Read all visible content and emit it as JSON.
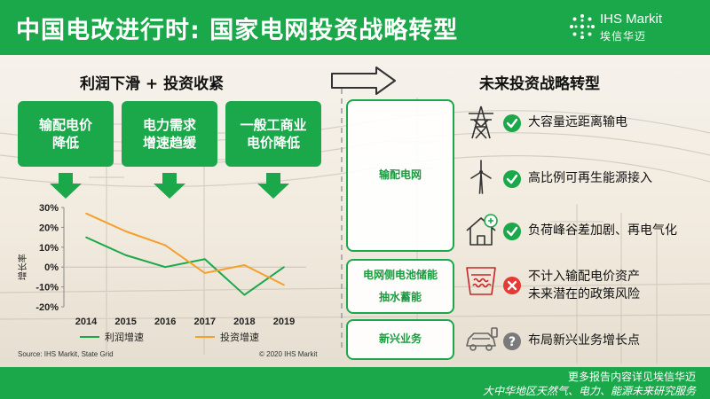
{
  "header": {
    "title": "中国电改进行时: 国家电网投资战略转型"
  },
  "logo": {
    "name": "IHS Markit",
    "subtitle": "埃信华迈"
  },
  "left": {
    "heading": "利润下滑 + 投资收紧",
    "boxes": [
      {
        "line1": "输配电价",
        "line2": "降低"
      },
      {
        "line1": "电力需求",
        "line2": "增速趋缓"
      },
      {
        "line1": "一般工商业",
        "line2": "电价降低"
      }
    ]
  },
  "right": {
    "heading": "未来投资战略转型",
    "categories": [
      {
        "line1": "输配电网",
        "line2": ""
      },
      {
        "line1": "电网侧电池储能",
        "line2": "抽水蓄能"
      },
      {
        "line1": "新兴业务",
        "line2": ""
      }
    ],
    "items": [
      {
        "line1": "大容量远距离输电",
        "line2": "",
        "icon": "transmission-tower-icon",
        "status": "check"
      },
      {
        "line1": "高比例可再生能源接入",
        "line2": "",
        "icon": "wind-turbine-icon",
        "status": "check"
      },
      {
        "line1": "负荷峰谷差加剧、再电气化",
        "line2": "",
        "icon": "house-plug-icon",
        "status": "check"
      },
      {
        "line1": "不计入输配电价资产",
        "line2": "未来潜在的政策风险",
        "icon": "pumped-storage-icon",
        "status": "cross"
      },
      {
        "line1": "布局新兴业务增长点",
        "line2": "",
        "icon": "electric-car-icon",
        "status": "question"
      }
    ]
  },
  "colors": {
    "green": "#1aa84a",
    "orange": "#f5a02c",
    "red": "#e53935",
    "gray": "#7a7a7a"
  },
  "chart_data": {
    "type": "line",
    "ylabel": "增长率",
    "x": [
      "2014",
      "2015",
      "2016",
      "2017",
      "2018",
      "2019"
    ],
    "y_ticks": [
      "30%",
      "20%",
      "10%",
      "0%",
      "-10%",
      "-20%"
    ],
    "ylim": [
      -20,
      30
    ],
    "grid": false,
    "legend_position": "bottom",
    "series": [
      {
        "name": "利润增速",
        "color": "#1aa84a",
        "values": [
          15,
          6,
          0,
          4,
          -14,
          0
        ]
      },
      {
        "name": "投资增速",
        "color": "#f5a02c",
        "values": [
          27,
          18,
          11,
          -3,
          1,
          -9
        ]
      }
    ]
  },
  "source": "Source: IHS Markit, State Grid",
  "copyright": "© 2020 IHS Markit",
  "footer": {
    "line1": "更多报告内容详见埃信华迈",
    "line2": "大中华地区天然气、电力、能源未来研究服务"
  }
}
